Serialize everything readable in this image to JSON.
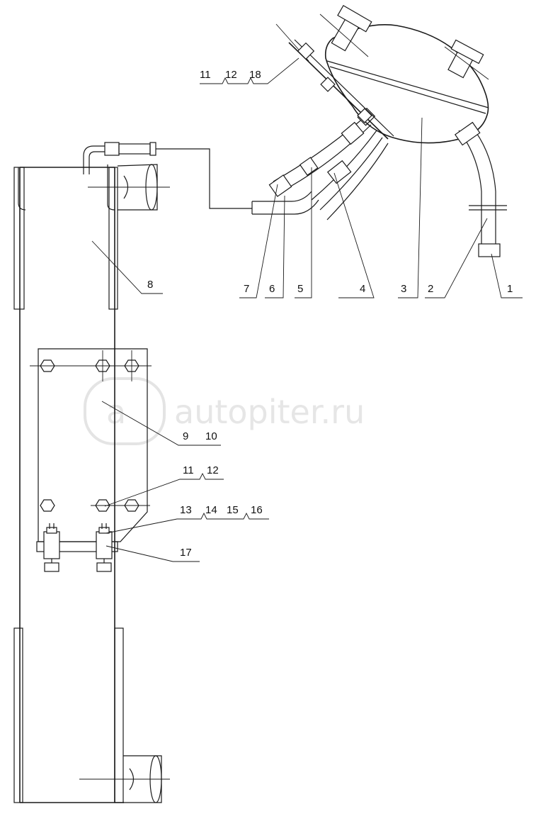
{
  "watermark": {
    "text": "autopiter.ru",
    "logo_text": "a"
  },
  "callouts": {
    "c_11_12_18": [
      "11",
      "12",
      "18"
    ],
    "c_7": "7",
    "c_6": "6",
    "c_5": "5",
    "c_4": "4",
    "c_3": "3",
    "c_2": "2",
    "c_1": "1",
    "c_8": "8",
    "c_9_10": [
      "9",
      "10"
    ],
    "c_11_12": [
      "11",
      "12"
    ],
    "c_13_16": [
      "13",
      "14",
      "15",
      "16"
    ],
    "c_17": "17"
  }
}
